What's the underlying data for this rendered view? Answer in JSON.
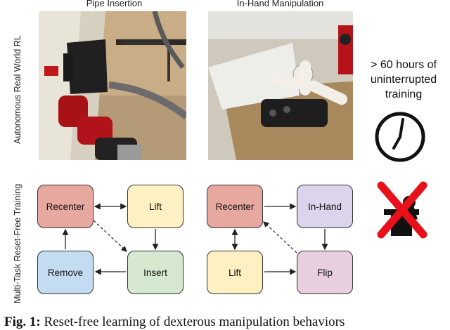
{
  "columns": {
    "left_title": "Pipe Insertion",
    "right_title": "In-Hand Manipulation"
  },
  "row_labels": {
    "top": "Autonomous Real World RL",
    "bottom": "Multi-Task Reset-Free Training"
  },
  "side_note": [
    "> 60 hours of",
    "uninterrupted",
    "training"
  ],
  "icons": {
    "clock": "clock-icon",
    "no_human": "no-human-reset-icon",
    "cross_color": "#e8101a"
  },
  "diagram_left": {
    "nodes": {
      "recenter": {
        "label": "Recenter",
        "color": "#e7a8a0"
      },
      "lift": {
        "label": "Lift",
        "color": "#fdf0c2"
      },
      "remove": {
        "label": "Remove",
        "color": "#c4dcf1"
      },
      "insert": {
        "label": "Insert",
        "color": "#d5e8d0"
      }
    }
  },
  "diagram_right": {
    "nodes": {
      "recenter": {
        "label": "Recenter",
        "color": "#e7a8a0"
      },
      "inhand": {
        "label": "In-Hand",
        "color": "#dcd3ec"
      },
      "lift": {
        "label": "Lift",
        "color": "#fdf0c2"
      },
      "flip": {
        "label": "Flip",
        "color": "#e8cfe0"
      }
    }
  },
  "caption": {
    "prefix": "Fig. 1:",
    "text": " Reset-free learning of dexterous manipulation behaviors"
  }
}
